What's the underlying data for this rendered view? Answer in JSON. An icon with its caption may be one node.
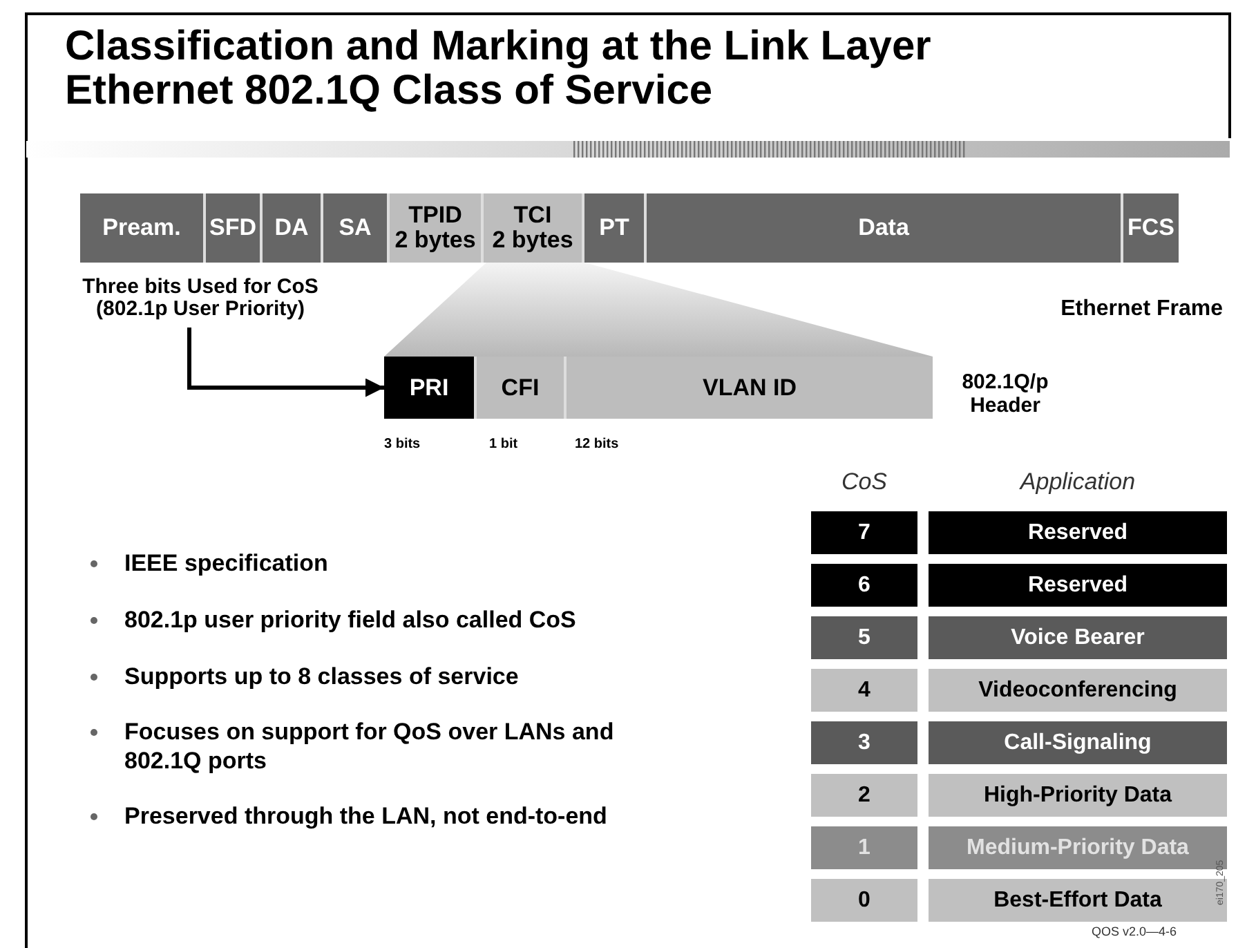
{
  "diagram": {
    "title": "Classification and Marking at the Link Layer Ethernet 802.1Q Class of Service",
    "nodes": [
      {
        "text": [
          "Pream."
        ]
      },
      {
        "text": [
          "SFD"
        ]
      },
      {
        "text": [
          "DA"
        ]
      },
      {
        "text": [
          "SA"
        ]
      },
      {
        "text": [
          "TPID",
          "2 bytes"
        ]
      },
      {
        "text": [
          "TCI",
          "2 bytes"
        ]
      },
      {
        "text": [
          "PT"
        ]
      },
      {
        "text": [
          "Data"
        ]
      },
      {
        "text": [
          "FCS"
        ]
      },
      {
        "text": [
          "Three bits Used for CoS (802.1p User Priority)"
        ]
      },
      {
        "text": [
          "PRI"
        ]
      },
      {
        "text": [
          "CFI"
        ]
      },
      {
        "text": [
          "VLAN ID"
        ]
      },
      {
        "text": [],
        "shape": "trapezoid"
      }
    ],
    "edges": [
      {
        "from": 9,
        "to": 10,
        "arrow": "to"
      }
    ],
    "labels": [
      "Ethernet Frame",
      "802.1Q/p Header",
      "3 bits",
      "1 bit",
      "12 bits",
      "CoS",
      "Application",
      "7",
      "Reserved",
      "6",
      "Reserved",
      "5",
      "Voice Bearer",
      "4",
      "Videoconferencing",
      "3",
      "Call-Signaling",
      "2",
      "High-Priority Data",
      "1",
      "Medium-Priority Data",
      "0",
      "Best-Effort Data",
      "IEEE specification",
      "802.1p user priority field also called CoS",
      "Supports up to 8 classes of service",
      "Focuses on support for QoS over LANs and 802.1Q ports",
      "Preserved through the LAN, not end-to-end",
      "QOS v2.0—4-6",
      "ei170_205"
    ]
  }
}
